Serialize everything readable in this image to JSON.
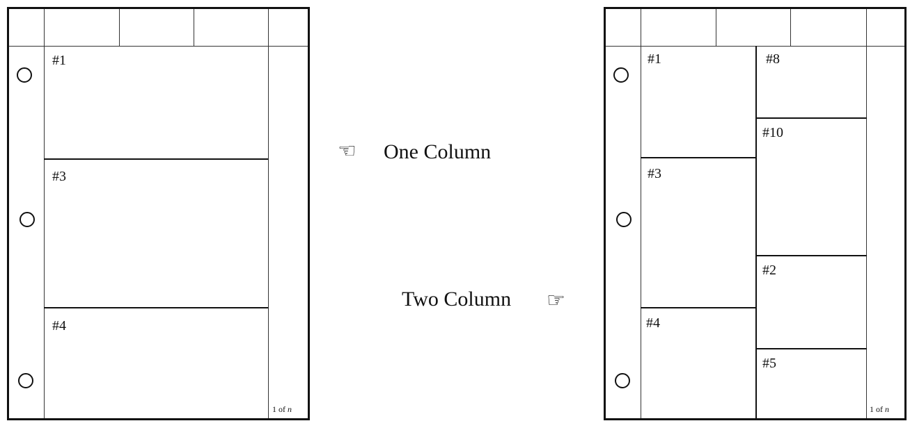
{
  "layouts": {
    "one_column": {
      "blocks": [
        "#1",
        "#3",
        "#4"
      ],
      "pager": {
        "prefix": "1 of",
        "suffix": "n"
      }
    },
    "two_column": {
      "left_blocks": [
        "#1",
        "#3",
        "#4"
      ],
      "right_blocks": [
        "#8",
        "#10",
        "#2",
        "#5"
      ],
      "pager": {
        "prefix": "1 of",
        "suffix": "n"
      }
    }
  },
  "captions": {
    "one_column": "One Column",
    "two_column": "Two Column"
  },
  "icons": {
    "left_pointer": "hand-pointing-left-icon",
    "right_pointer": "hand-pointing-right-icon"
  }
}
